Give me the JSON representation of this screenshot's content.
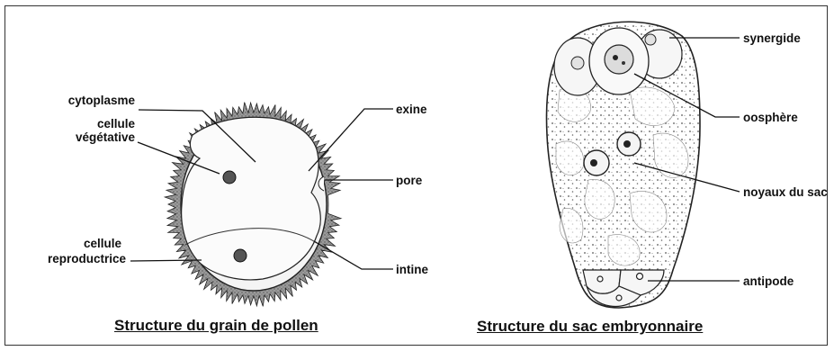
{
  "pollen": {
    "labels": {
      "cytoplasme": "cytoplasme",
      "cellule_vegetative_line1": "cellule",
      "cellule_vegetative_line2": "végétative",
      "cellule_reproductrice_line1": "cellule",
      "cellule_reproductrice_line2": "reproductrice",
      "exine": "exine",
      "pore": "pore",
      "intine": "intine"
    },
    "caption": "Structure du grain de pollen"
  },
  "sac": {
    "labels": {
      "synergide": "synergide",
      "oosphere": "oosphère",
      "noyaux_du_sac": "noyaux du sac",
      "antipode": "antipode"
    },
    "caption": "Structure du sac embryonnaire"
  },
  "colors": {
    "ink": "#111111",
    "stipple": "#555555",
    "exine_fill": "#8a8a8a",
    "nucleus_fill": "#444444"
  }
}
